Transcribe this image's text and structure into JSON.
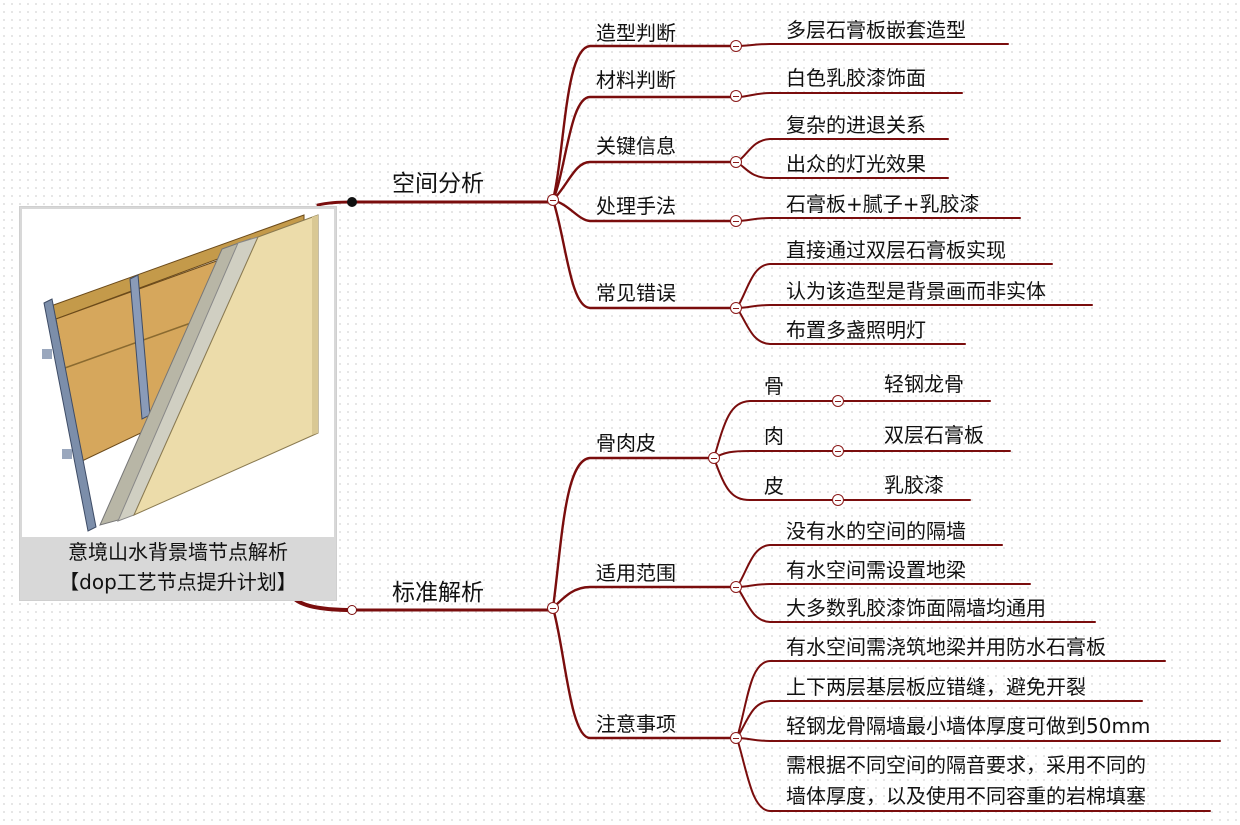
{
  "image": {
    "caption_line1": "意境山水背景墙节点解析",
    "caption_line2": "【dop工艺节点提升计划】"
  },
  "colors": {
    "branch": "#7a0d0d",
    "collapse": "#8a1a1a"
  },
  "branches": {
    "spatial": {
      "title": "空间分析",
      "children": [
        {
          "title": "造型判断",
          "items": [
            "多层石膏板嵌套造型"
          ]
        },
        {
          "title": "材料判断",
          "items": [
            "白色乳胶漆饰面"
          ]
        },
        {
          "title": "关键信息",
          "items": [
            "复杂的进退关系",
            "出众的灯光效果"
          ]
        },
        {
          "title": "处理手法",
          "items": [
            "石膏板+腻子+乳胶漆"
          ]
        },
        {
          "title": "常见错误",
          "items": [
            "直接通过双层石膏板实现",
            "认为该造型是背景画而非实体",
            "布置多盏照明灯"
          ]
        }
      ]
    },
    "standard": {
      "title": "标准解析",
      "children": [
        {
          "title": "骨肉皮",
          "subs": [
            {
              "title": "骨",
              "item": "轻钢龙骨"
            },
            {
              "title": "肉",
              "item": "双层石膏板"
            },
            {
              "title": "皮",
              "item": "乳胶漆"
            }
          ]
        },
        {
          "title": "适用范围",
          "items": [
            "没有水的空间的隔墙",
            "有水空间需设置地梁",
            "大多数乳胶漆饰面隔墙均通用"
          ]
        },
        {
          "title": "注意事项",
          "items": [
            "有水空间需浇筑地梁并用防水石膏板",
            "上下两层基层板应错缝，避免开裂",
            "轻钢龙骨隔墙最小墙体厚度可做到50mm",
            "需根据不同空间的隔音要求，采用不同的",
            "墙体厚度，以及使用不同容重的岩棉填塞"
          ]
        }
      ]
    }
  }
}
